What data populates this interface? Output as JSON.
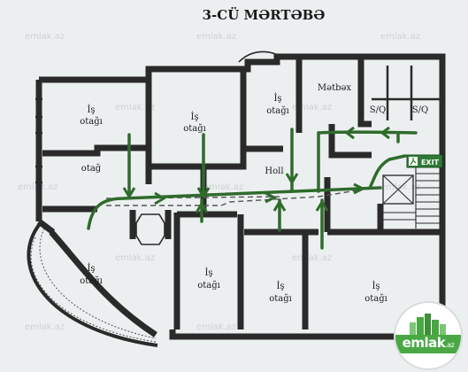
{
  "title": "3-CÜ MƏRTƏBƏ",
  "rooms": {
    "office_top_left": [
      "İş",
      "otağı"
    ],
    "office_top_mid": [
      "İş",
      "otağı"
    ],
    "office_top_right": [
      "İş",
      "otağı"
    ],
    "kitchen": "Mətbəx",
    "wc_left": "S/Q",
    "wc_right": "S/Q",
    "room_left": "otağ",
    "hall": "Holl",
    "office_round": [
      "İş",
      "otağı"
    ],
    "office_bottom_1": [
      "İş",
      "otağı"
    ],
    "office_bottom_2": [
      "İş",
      "otağı"
    ],
    "office_bottom_3": [
      "İş",
      "otağı"
    ]
  },
  "exit_sign": "EXIT",
  "watermark": "emlak.az",
  "logo": {
    "brand": "emlak",
    "suffix": ".az"
  },
  "colors": {
    "route": "#2f6b2c",
    "exit_sign": "#2f7a35",
    "logo_green": "#49a844"
  }
}
